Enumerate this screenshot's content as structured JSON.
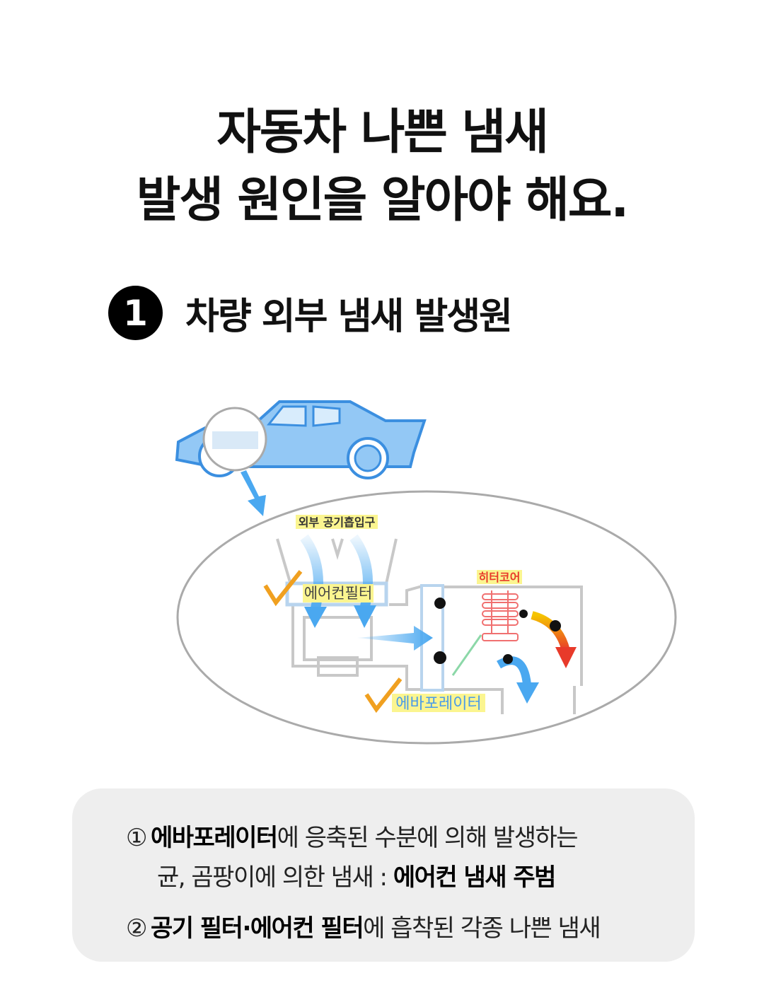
{
  "title": {
    "line1": "자동차 나쁜 냄새",
    "line2": "발생 원인을 알아야 해요."
  },
  "section": {
    "number": "1",
    "title": "차량 외부 냄새 발생원"
  },
  "diagram": {
    "intake_label": "외부 공기흡입구",
    "filter_label": "에어컨필터",
    "heater_label": "히터코어",
    "evaporator_label": "에바포레이터",
    "colors": {
      "car": "#93c8f5",
      "car_outline": "#3b8fe0",
      "arrow": "#4aa8f0",
      "check": "#f0a020",
      "heater": "#f07070",
      "highlight": "#fbf590"
    }
  },
  "info": {
    "item1": {
      "marker": "①",
      "bold1": "에바포레이터",
      "text1": "에 응축된 수분에 의해 발생하는",
      "text2": "균, 곰팡이에 의한 냄새 : ",
      "bold2": "에어컨 냄새 주범"
    },
    "item2": {
      "marker": "②",
      "bold1": "공기 필터·에어컨 필터",
      "text1": "에 흡착된 각종 나쁜 냄새"
    }
  }
}
